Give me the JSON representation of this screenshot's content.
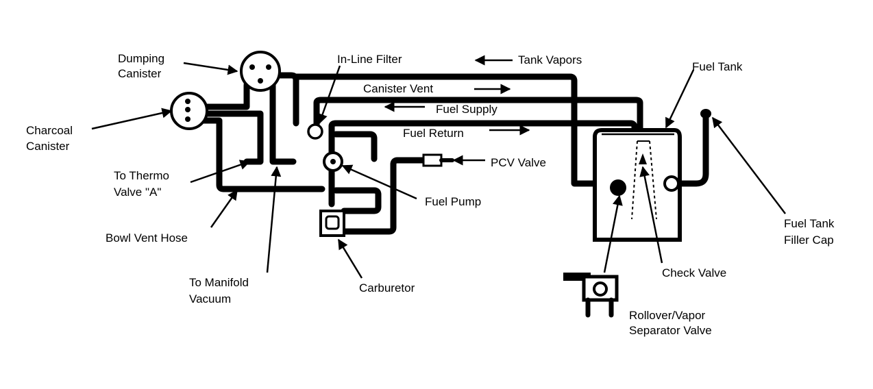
{
  "labels": {
    "dumping_canister": [
      "Dumping",
      "Canister"
    ],
    "charcoal_canister": [
      "Charcoal",
      "Canister"
    ],
    "to_thermo_valve": [
      "To Thermo",
      "Valve \"A\""
    ],
    "bowl_vent_hose": "Bowl Vent Hose",
    "to_manifold_vacuum": [
      "To Manifold",
      "Vacuum"
    ],
    "in_line_filter": "In-Line Filter",
    "tank_vapors": "Tank Vapors",
    "canister_vent": "Canister Vent",
    "fuel_supply": "Fuel Supply",
    "fuel_return": "Fuel Return",
    "pcv_valve": "PCV Valve",
    "fuel_pump": "Fuel Pump",
    "carburetor": "Carburetor",
    "fuel_tank": "Fuel Tank",
    "fuel_tank_filler_cap": [
      "Fuel Tank",
      "Filler Cap"
    ],
    "check_valve": "Check Valve",
    "rollover_valve": [
      "Rollover/Vapor",
      "Separator Valve"
    ]
  },
  "colors": {
    "ink": "#000000",
    "background": "#ffffff"
  }
}
